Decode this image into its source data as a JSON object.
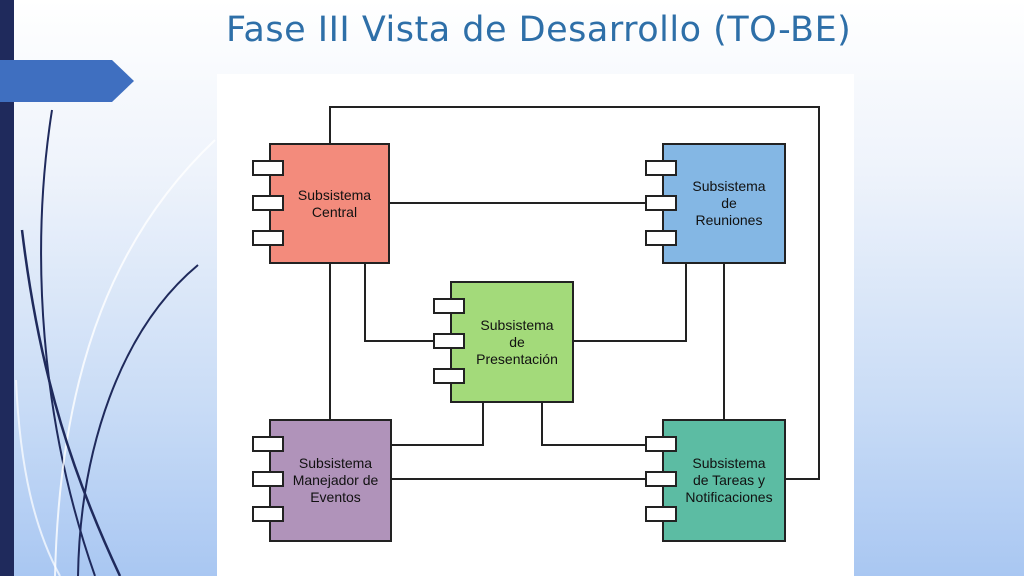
{
  "slide": {
    "title": "Fase III Vista de Desarrollo (TO-BE)"
  },
  "colors": {
    "central": "#f38b7c",
    "reuniones": "#84b7e4",
    "presentacion": "#a3da7a",
    "eventos": "#b093ba",
    "tareas": "#5cbca3",
    "title": "#2e6fa8"
  },
  "components": {
    "central": {
      "line1": "Subsistema",
      "line2": "Central"
    },
    "reuniones": {
      "line1": "Subsistema",
      "line2": "de",
      "line3": "Reuniones"
    },
    "presentacion": {
      "line1": "Subsistema",
      "line2": "de",
      "line3": "Presentación"
    },
    "eventos": {
      "line1": "Subsistema",
      "line2": "Manejador de",
      "line3": "Eventos"
    },
    "tareas": {
      "line1": "Subsistema",
      "line2": "de Tareas y",
      "line3": "Notificaciones"
    }
  }
}
